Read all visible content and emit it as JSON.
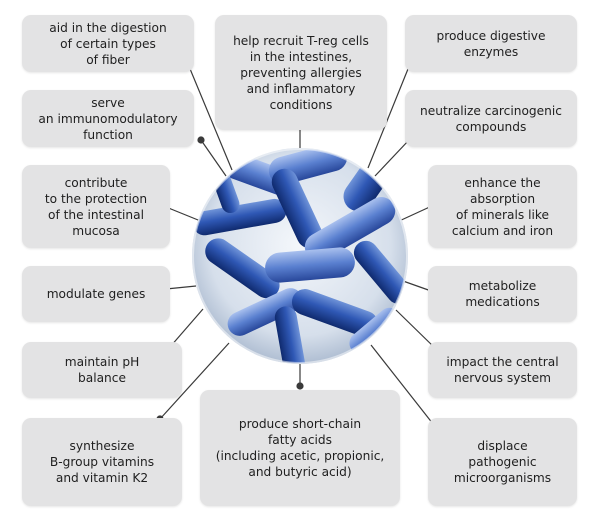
{
  "diagram": {
    "functions": [
      {
        "id": "digestion-fiber",
        "label": "aid in the digestion\nof certain types\nof fiber"
      },
      {
        "id": "treg-cells",
        "label": "help recruit T-reg cells\nin the intestines,\npreventing allergies\nand inflammatory\nconditions"
      },
      {
        "id": "digestive-enzymes",
        "label": "produce digestive\nenzymes"
      },
      {
        "id": "immunomodulatory",
        "label": "serve\nan immunomodulatory\nfunction"
      },
      {
        "id": "carcinogenic",
        "label": "neutralize carcinogenic\ncompounds"
      },
      {
        "id": "intestinal-mucosa",
        "label": "contribute\nto the protection\nof the intestinal\nmucosa"
      },
      {
        "id": "mineral-absorption",
        "label": "enhance the\nabsorption\nof minerals like\ncalcium and iron"
      },
      {
        "id": "modulate-genes",
        "label": "modulate genes"
      },
      {
        "id": "metabolize-medications",
        "label": "metabolize\nmedications"
      },
      {
        "id": "ph-balance",
        "label": "maintain pH\nbalance"
      },
      {
        "id": "central-nervous",
        "label": "impact the central\nnervous system"
      },
      {
        "id": "vitamins",
        "label": "synthesize\nB-group vitamins\nand vitamin K2"
      },
      {
        "id": "short-chain",
        "label": "produce short-chain\nfatty acids\n(including acetic, propionic,\nand butyric acid)"
      },
      {
        "id": "pathogenic",
        "label": "displace\npathogenic\nmicroorganisms"
      }
    ]
  }
}
